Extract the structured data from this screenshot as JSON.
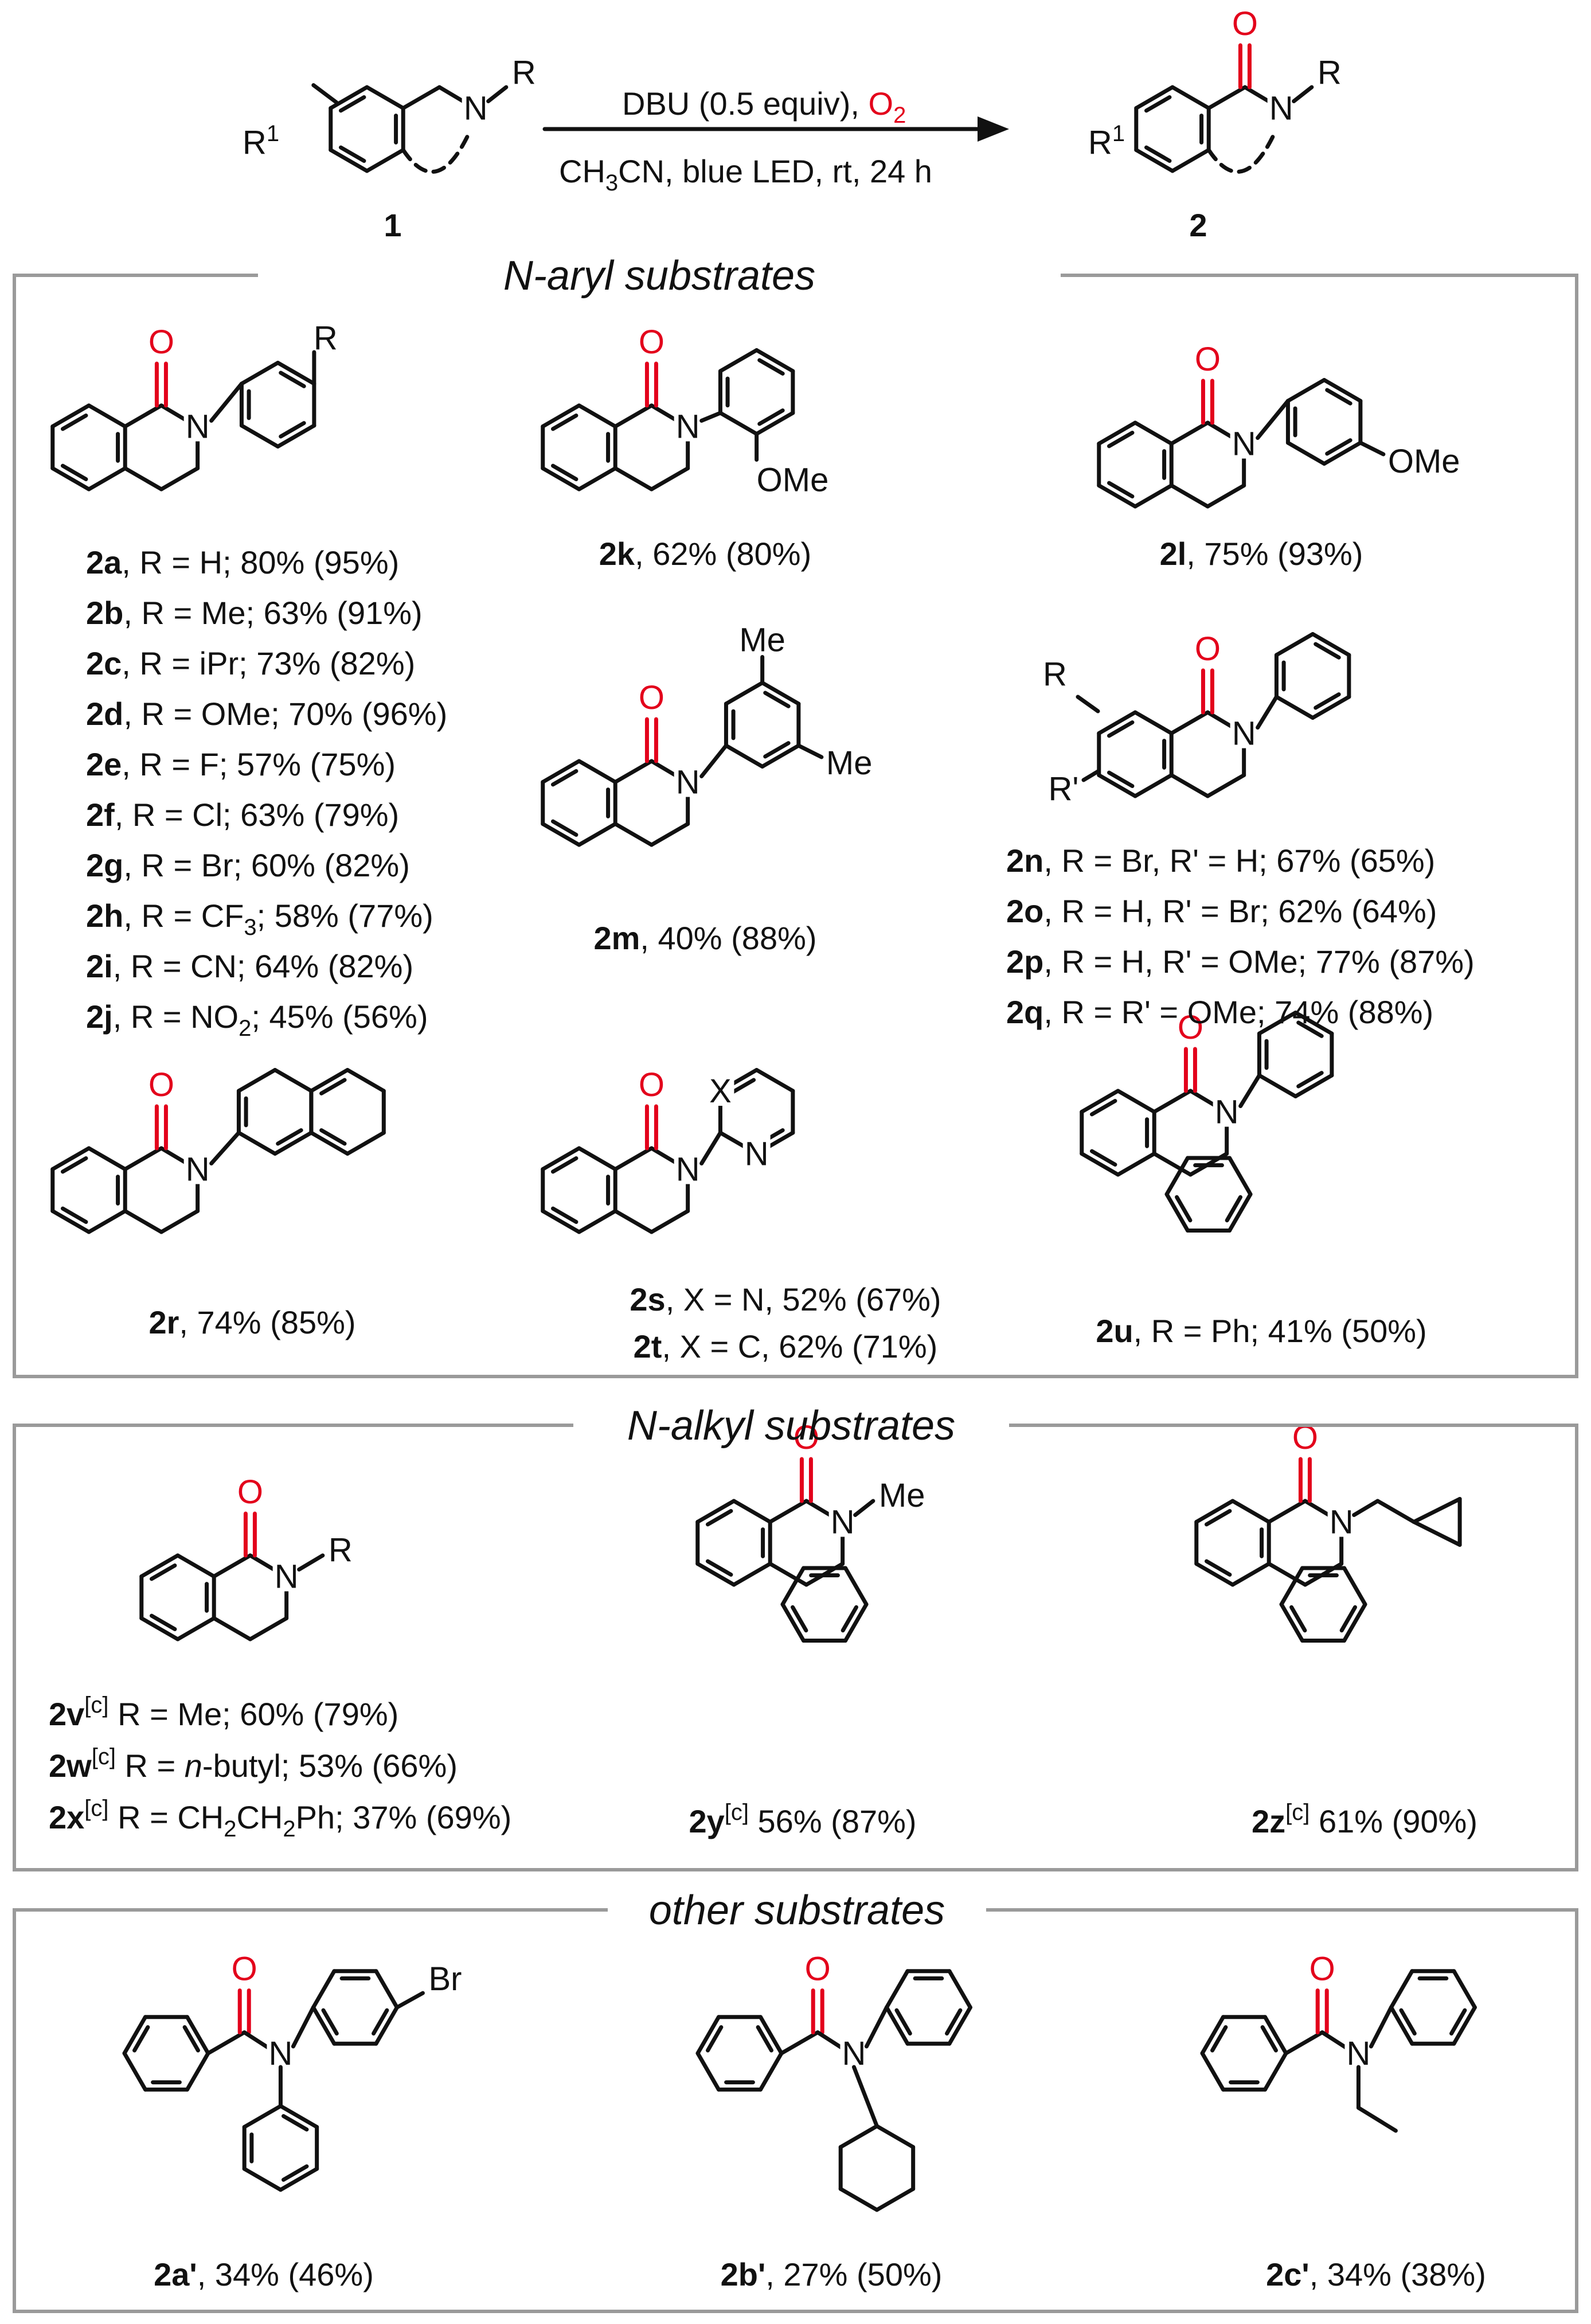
{
  "scheme": {
    "start_label": "1",
    "product_label": "2",
    "start_N": "N",
    "product_N": "N",
    "start_R": "R",
    "product_R": "R",
    "start_R1": "R",
    "product_R1": "R",
    "R1_sup": "1",
    "O": "O",
    "reagent_top": "DBU (0.5 equiv), ",
    "reagent_O2_main": "O",
    "reagent_O2_sub": "2",
    "cond_pre": "CH",
    "cond_sub": "3",
    "cond_post": "CN, blue LED, rt, 24 h"
  },
  "sections": {
    "aryl": "N-aryl substrates",
    "alkyl": "N-alkyl substrates",
    "other": "other substrates"
  },
  "atoms": {
    "N": "N",
    "O": "O",
    "R": "R",
    "Rp": "R'",
    "X": "X",
    "OMe": "OMe",
    "Me": "Me",
    "Br": "Br"
  },
  "list_2a": [
    {
      "id": "2a",
      "text": ", R = H; 80% (95%)"
    },
    {
      "id": "2b",
      "text": ", R = Me; 63% (91%)"
    },
    {
      "id": "2c",
      "text": ", R = iPr; 73% (82%)"
    },
    {
      "id": "2d",
      "text": ", R = OMe; 70% (96%)"
    },
    {
      "id": "2e",
      "text": ", R = F; 57% (75%)"
    },
    {
      "id": "2f",
      "text": ", R = Cl; 63% (79%)"
    },
    {
      "id": "2g",
      "text": ", R = Br; 60% (82%)"
    },
    {
      "id": "2h",
      "text": ", R = CF",
      "sub": "3",
      "tail": "; 58% (77%)"
    },
    {
      "id": "2i",
      "text": ",  R = CN; 64% (82%)"
    },
    {
      "id": "2j",
      "text": ", R = NO",
      "sub": "2",
      "tail": "; 45% (56%)"
    }
  ],
  "cap_2k": {
    "id": "2k",
    "text": ", 62% (80%)"
  },
  "cap_2l": {
    "id": "2l",
    "text": ", 75% (93%)"
  },
  "cap_2m": {
    "id": "2m",
    "text": ", 40% (88%)"
  },
  "list_2n": [
    {
      "id": "2n",
      "text": ", R = Br, R' = H; 67% (65%)"
    },
    {
      "id": "2o",
      "text": ", R = H, R' = Br; 62% (64%)"
    },
    {
      "id": "2p",
      "text": ", R = H, R' = OMe; 77% (87%)"
    },
    {
      "id": "2q",
      "text": ", R = R' = OMe; 74% (88%)"
    }
  ],
  "cap_2r": {
    "id": "2r",
    "text": ", 74% (85%)"
  },
  "list_2s": [
    {
      "id": "2s",
      "text": ", X = N, 52% (67%)"
    },
    {
      "id": "2t",
      "text": ", X = C, 62% (71%)"
    }
  ],
  "cap_2u": {
    "id": "2u",
    "text": ", R = Ph; 41% (50%)"
  },
  "list_2v": [
    {
      "id": "2v",
      "sup": "[c]",
      "text": " R = Me; 60% (79%)"
    },
    {
      "id": "2w",
      "sup": "[c]",
      "text": " R = ",
      "ital": "n",
      "tail": "-butyl; 53% (66%)"
    },
    {
      "id": "2x",
      "sup": "[c]",
      "text": " R = CH",
      "sub": "2",
      "mid": "CH",
      "sub2": "2",
      "tail": "Ph; 37% (69%)"
    }
  ],
  "cap_2y": {
    "id": "2y",
    "sup": "[c]",
    "text": " 56% (87%)"
  },
  "cap_2z": {
    "id": "2z",
    "sup": "[c]",
    "text": " 61% (90%)"
  },
  "cap_2ap": {
    "id": "2a'",
    "text": ", 34% (46%)"
  },
  "cap_2bp": {
    "id": "2b'",
    "text": ", 27% (50%)"
  },
  "cap_2cp": {
    "id": "2c'",
    "text": ", 34% (38%)"
  }
}
